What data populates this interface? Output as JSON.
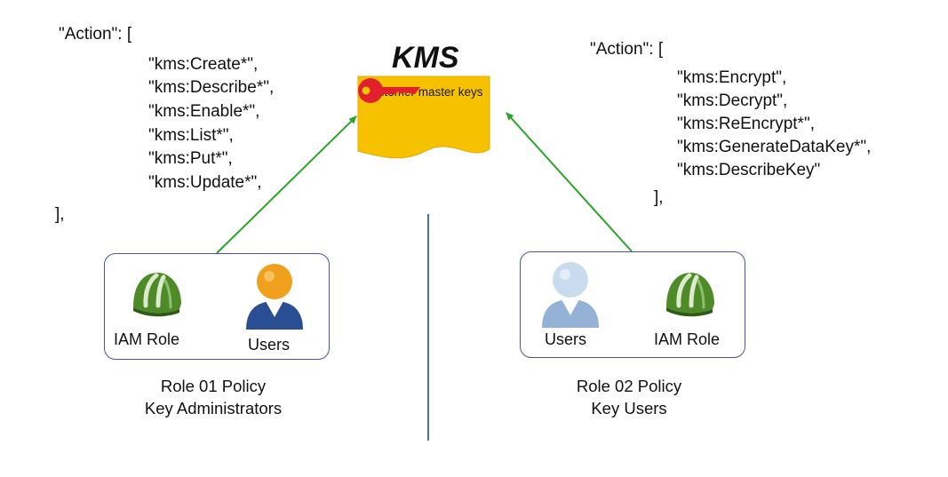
{
  "left_policy": {
    "lines": [
      "\"Action\": [",
      "\"kms:Create*\",",
      "\"kms:Describe*\",",
      "\"kms:Enable*\",",
      "\"kms:List*\",",
      "\"kms:Put*\",",
      "\"kms:Update*\",",
      "],"
    ]
  },
  "right_policy": {
    "lines": [
      "\"Action\": [",
      "\"kms:Encrypt\",",
      "\"kms:Decrypt\",",
      "\"kms:ReEncrypt*\",",
      "\"kms:GenerateDataKey*\",",
      "\"kms:DescribeKey\"",
      "],"
    ]
  },
  "kms": {
    "title": "KMS",
    "doc_label": "Customer master keys",
    "doc_color": "#f6c200",
    "key_color": "#e0212d"
  },
  "role1": {
    "iam_label": "IAM Role",
    "users_label": "Users",
    "caption_line1": "Role 01 Policy",
    "caption_line2": "Key Administrators"
  },
  "role2": {
    "users_label": "Users",
    "iam_label": "IAM Role",
    "caption_line1": "Role 02 Policy",
    "caption_line2": "Key Users"
  },
  "colors": {
    "arrow": "#2aa52a",
    "divider": "#4a6fb5",
    "box_border": "#4a53a8",
    "helmet": "#4e8a28",
    "user_active": "#f0a01c",
    "user_inactive": "#b8cde4"
  }
}
